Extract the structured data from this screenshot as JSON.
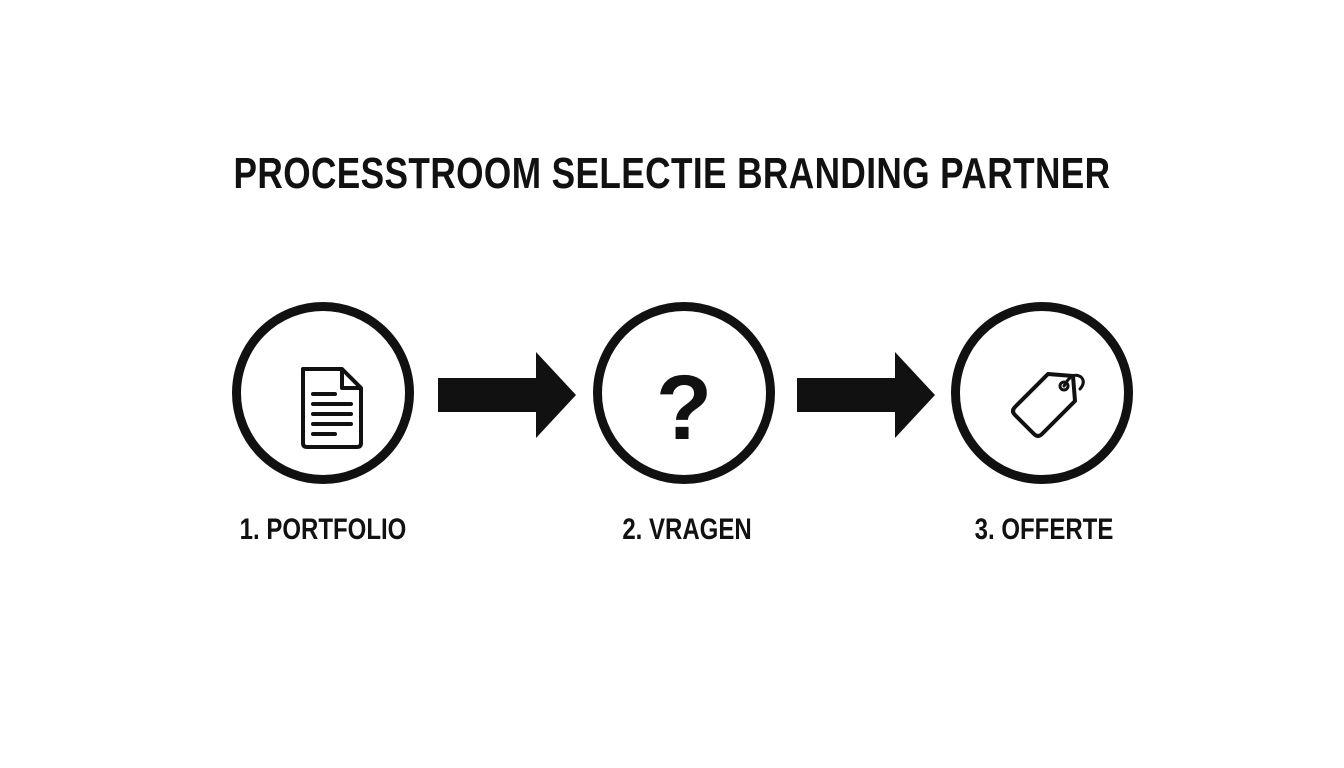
{
  "title": "PROCESSTROOM SELECTIE BRANDING PARTNER",
  "steps": [
    {
      "label": "1. PORTFOLIO",
      "icon": "document-icon"
    },
    {
      "label": "2. VRAGEN",
      "icon": "question-mark-icon",
      "glyph": "?"
    },
    {
      "label": "3. OFFERTE",
      "icon": "price-tag-icon"
    }
  ],
  "colors": {
    "ink": "#111111",
    "background": "#ffffff"
  }
}
